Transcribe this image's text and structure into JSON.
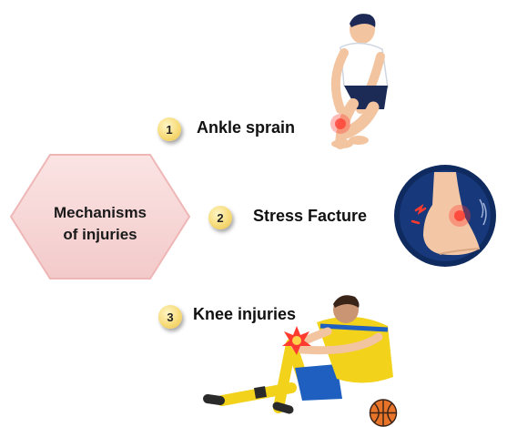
{
  "center": {
    "label": "Mechanisms\nof injuries",
    "fill": "#f6d3d3",
    "stroke": "#efb6b6"
  },
  "items": [
    {
      "number": "1",
      "label": "Ankle sprain"
    },
    {
      "number": "2",
      "label": "Stress Facture"
    },
    {
      "number": "3",
      "label": "Knee injuries"
    }
  ],
  "colors": {
    "badge": "#f3d46a",
    "pain": "#ff3b30",
    "circle_bg": "#0f2a5e",
    "jersey": "#f2d21a",
    "shorts": "#1f5fbf"
  },
  "icons": [
    "crouching-man-icon",
    "foot-stress-fracture-icon",
    "injured-player-icon",
    "basketball-icon"
  ]
}
